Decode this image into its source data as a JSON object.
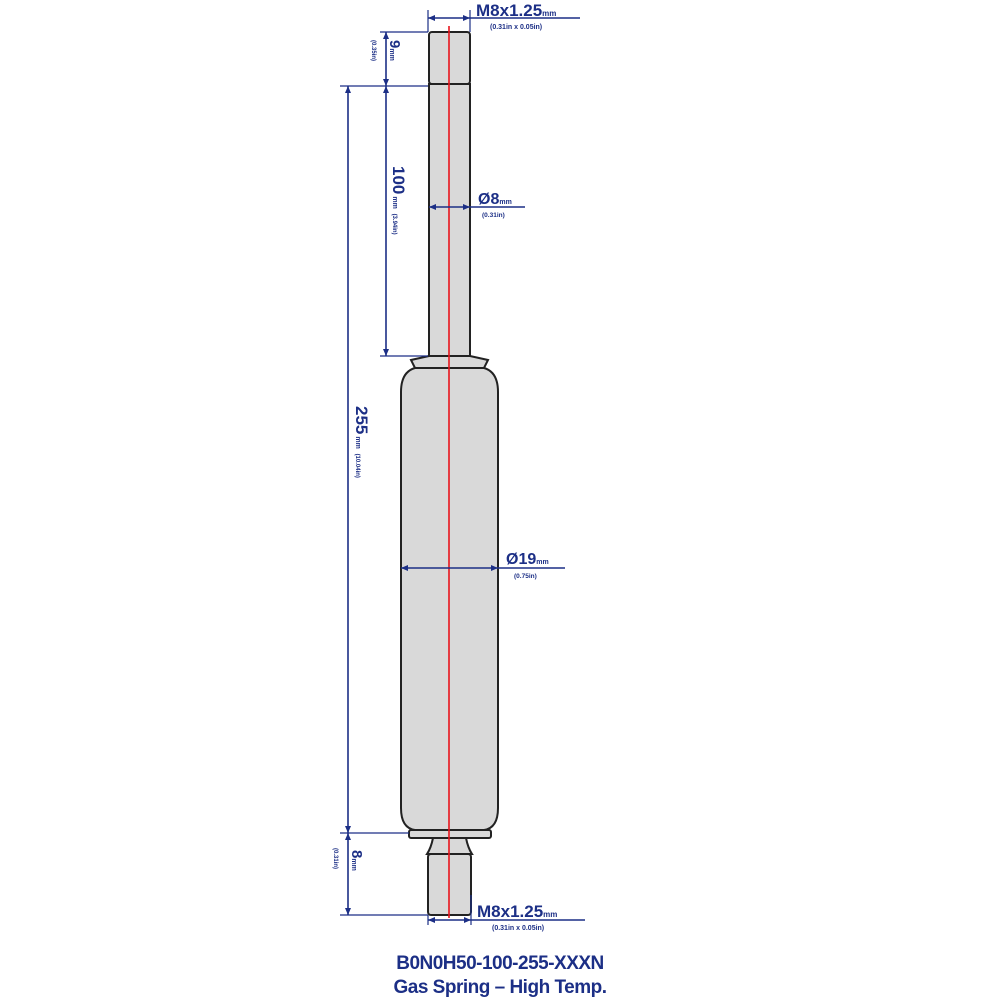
{
  "drawing": {
    "top_thread": {
      "main": "M8x1.25",
      "unit": "mm",
      "sub": "(0.31in x 0.05in)"
    },
    "top_thread_length": {
      "main": "9",
      "unit": "mm",
      "sub": "(0.35in)"
    },
    "stroke": {
      "main": "100",
      "unit": "mm",
      "sub": "(3.94in)"
    },
    "rod_diameter": {
      "main": "Ø8",
      "unit": "mm",
      "sub": "(0.31in)"
    },
    "overall_length": {
      "main": "255",
      "unit": "mm",
      "sub": "(10.04in)"
    },
    "body_diameter": {
      "main": "Ø19",
      "unit": "mm",
      "sub": "(0.75in)"
    },
    "bottom_thread_length": {
      "main": "8",
      "unit": "mm",
      "sub": "(0.31in)"
    },
    "bottom_thread": {
      "main": "M8x1.25",
      "unit": "mm",
      "sub": "(0.31in x 0.05in)"
    },
    "colors": {
      "dimension": "#1c2f86",
      "centerline": "#e8141c",
      "part_fill": "#d9d9d9"
    }
  },
  "caption": {
    "part_number": "B0N0H50-100-255-XXXN",
    "description": "Gas Spring – High Temp."
  }
}
